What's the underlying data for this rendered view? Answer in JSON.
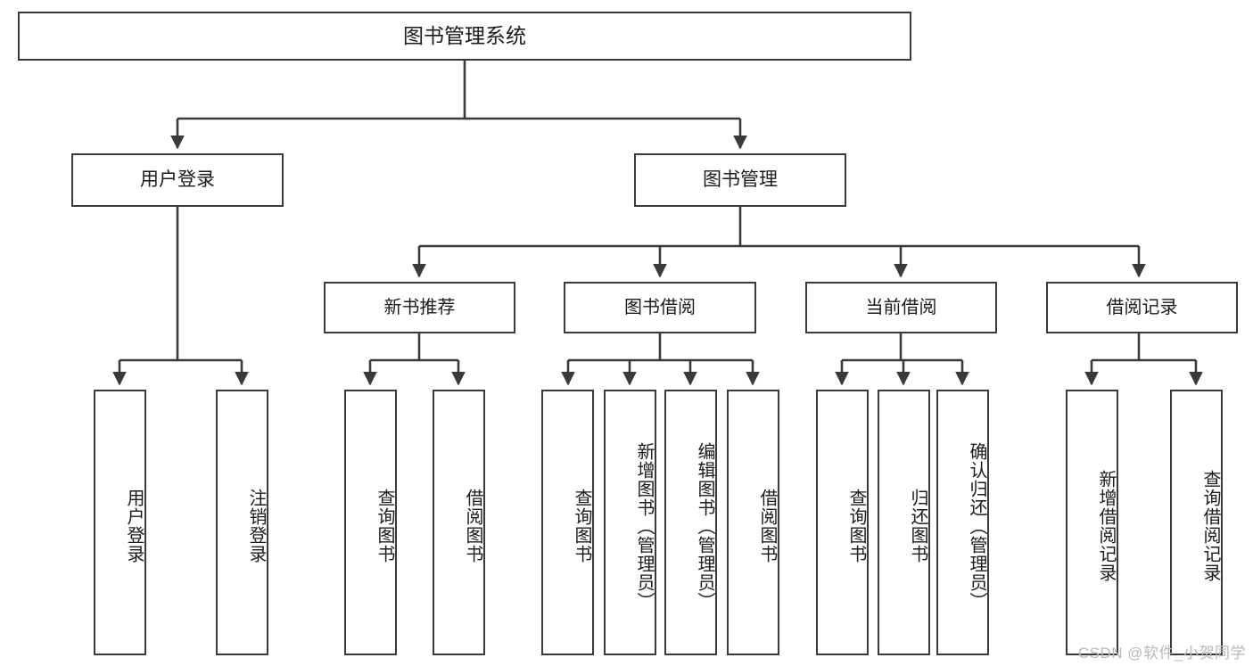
{
  "diagram": {
    "title": "图书管理系统",
    "type": "hierarchy-tree",
    "watermark": "CSDN @软件_小贺同学",
    "colors": {
      "box_border": "#3a3a3a",
      "box_fill": "#ffffff",
      "connector": "#3a3a3a",
      "text": "#1b1b1b",
      "watermark": "#b9b9b9"
    },
    "root": {
      "label": "图书管理系统"
    },
    "level1": [
      {
        "label": "用户登录"
      },
      {
        "label": "图书管理"
      }
    ],
    "level2": [
      {
        "label": "新书推荐"
      },
      {
        "label": "图书借阅"
      },
      {
        "label": "当前借阅"
      },
      {
        "label": "借阅记录"
      }
    ],
    "leaves": {
      "user_login": [
        {
          "label": "用户登录"
        },
        {
          "label": "注销登录"
        }
      ],
      "new_book_recommend": [
        {
          "label": "查询图书"
        },
        {
          "label": "借阅图书"
        }
      ],
      "book_borrow": [
        {
          "label": "查询图书"
        },
        {
          "label": "新增图书（管理员）"
        },
        {
          "label": "编辑图书（管理员）"
        },
        {
          "label": "借阅图书"
        }
      ],
      "current_borrow": [
        {
          "label": "查询图书"
        },
        {
          "label": "归还图书"
        },
        {
          "label": "确认归还（管理员）"
        }
      ],
      "borrow_record": [
        {
          "label": "新增借阅记录"
        },
        {
          "label": "查询借阅记录"
        }
      ]
    }
  }
}
